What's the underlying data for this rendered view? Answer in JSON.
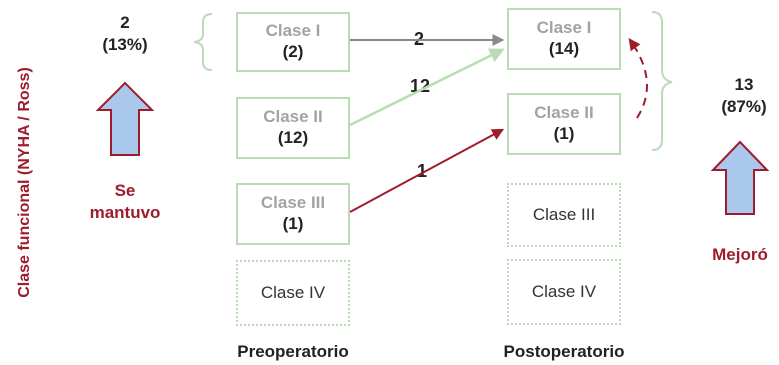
{
  "axis_label": "Clase funcional (NYHA / Ross)",
  "left_group": {
    "count": "2",
    "percent": "(13%)",
    "label_line1": "Se",
    "label_line2": "mantuvo"
  },
  "right_group": {
    "count": "13",
    "percent": "(87%)",
    "label": "Mejoró"
  },
  "periods": {
    "pre": "Preoperatorio",
    "post": "Postoperatorio"
  },
  "pre_boxes": [
    {
      "name": "Clase I",
      "count": "(2)"
    },
    {
      "name": "Clase II",
      "count": "(12)"
    },
    {
      "name": "Clase III",
      "count": "(1)"
    },
    {
      "name": "Clase IV"
    }
  ],
  "post_boxes": [
    {
      "name": "Clase I",
      "count": "(14)"
    },
    {
      "name": "Clase II",
      "count": "(1)"
    },
    {
      "name": "Clase III"
    },
    {
      "name": "Clase IV"
    }
  ],
  "flows": [
    {
      "from": "Clase I",
      "to": "Clase I",
      "value": "2"
    },
    {
      "from": "Clase II",
      "to": "Clase I",
      "value": "12"
    },
    {
      "from": "Clase III",
      "to": "Clase II",
      "value": "1"
    },
    {
      "from": "Clase II (post)",
      "to": "Clase I (post)",
      "value": ""
    }
  ],
  "colors": {
    "maroon": "#9e1c2c",
    "box_border": "#b9dcb5",
    "arrow_gray": "#8a8a8a",
    "arrow_green": "#b9dcb5",
    "up_arrow_fill": "#aac8ec"
  }
}
